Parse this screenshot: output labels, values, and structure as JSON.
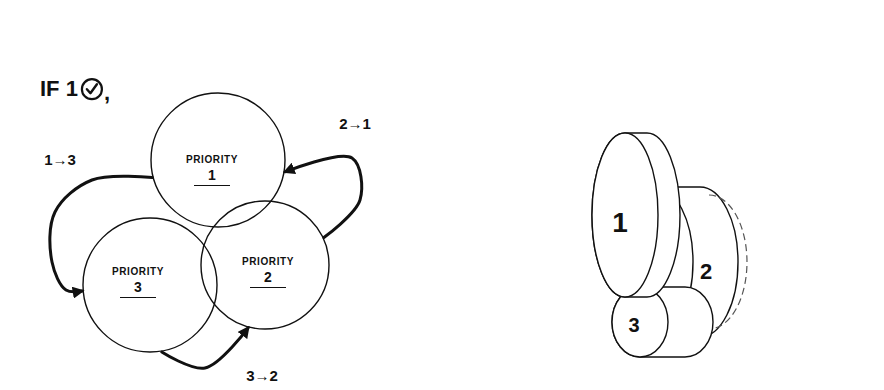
{
  "diagram": {
    "nodes": [
      {
        "text": [
          "PRIORITY",
          "1"
        ]
      },
      {
        "text": [
          "PRIORITY",
          "3"
        ]
      },
      {
        "text": [
          "PRIORITY",
          "2"
        ]
      },
      {
        "text": [
          "1"
        ]
      },
      {
        "text": [
          "2"
        ]
      },
      {
        "text": [
          "3"
        ]
      }
    ],
    "edges": [
      {
        "from": 0,
        "to": 1,
        "arrow": "to",
        "label": "1→3"
      },
      {
        "from": 2,
        "to": 0,
        "arrow": "to",
        "label": "2→1"
      },
      {
        "from": 1,
        "to": 2,
        "arrow": "to",
        "label": "3→2"
      }
    ],
    "labels": [
      "IF 1",
      ","
    ]
  }
}
